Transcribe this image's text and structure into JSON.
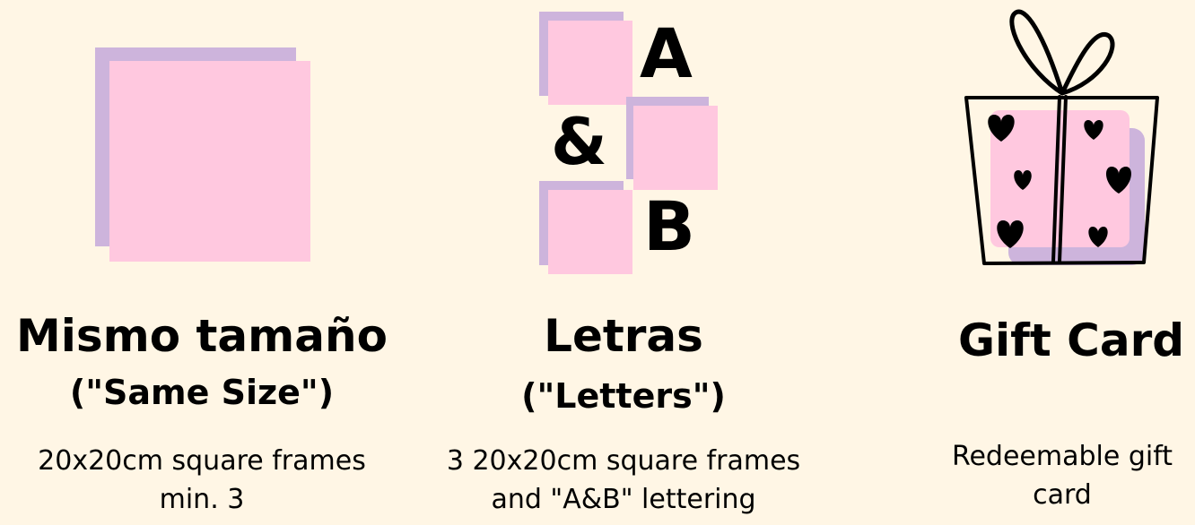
{
  "options": [
    {
      "title": "Mismo tamaño",
      "subtitle": "(\"Same Size\")",
      "description_lines": [
        "20x20cm square frames",
        "min. 3"
      ],
      "icon": "square-frame-icon"
    },
    {
      "title": "Letras",
      "subtitle": "(\"Letters\")",
      "description_lines": [
        "3 20x20cm square frames",
        "and \"A&B\" lettering"
      ],
      "icon": "letters-frames-icon",
      "letters": [
        "A",
        "&",
        "B"
      ]
    },
    {
      "title": "Gift Card",
      "description_lines": [
        "Redeemable gift",
        "card"
      ],
      "icon": "gift-box-icon"
    }
  ],
  "colors": {
    "background": "#fff6e5",
    "pink": "#ffc8df",
    "lavender": "#cdb4dc",
    "text": "#000000"
  }
}
